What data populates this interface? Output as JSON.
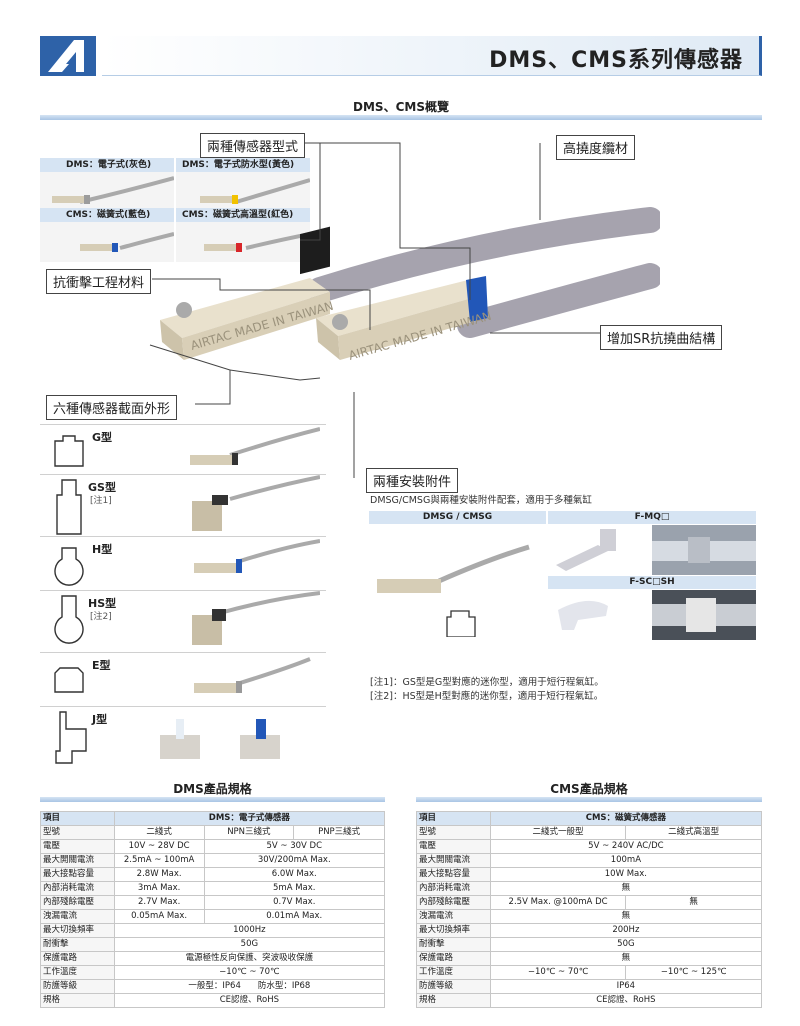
{
  "header": {
    "title": "DMS、CMS系列傳感器"
  },
  "overview": {
    "band_title": "DMS、CMS概覽"
  },
  "callouts": {
    "two_types": "兩種傳感器型式",
    "high_flex": "高撓度纜材",
    "anti_shock": "抗衝擊工程材料",
    "sr_structure": "增加SR抗撓曲結構",
    "six_shapes": "六種傳感器截面外形",
    "two_accessories": "兩種安裝附件"
  },
  "types": [
    {
      "label": "DMS：電子式(灰色)",
      "band_color": "#b0b0b0"
    },
    {
      "label": "DMS：電子式防水型(黃色)",
      "band_color": "#f2c200"
    },
    {
      "label": "CMS：磁簧式(藍色)",
      "band_color": "#2257b8"
    },
    {
      "label": "CMS：磁簧式高溫型(紅色)",
      "band_color": "#d8262a"
    }
  ],
  "shapes": [
    {
      "name": "G型",
      "note": ""
    },
    {
      "name": "GS型",
      "note": "[注1]"
    },
    {
      "name": "H型",
      "note": ""
    },
    {
      "name": "HS型",
      "note": "[注2]"
    },
    {
      "name": "E型",
      "note": ""
    },
    {
      "name": "J型",
      "note": ""
    }
  ],
  "accessories": {
    "description": "DMSG/CMSG與兩種安裝附件配套，適用于多種氣缸",
    "col1": "DMSG / CMSG",
    "col2": "F-MQ□",
    "col3": "F-SC□SH"
  },
  "notes": [
    "[注1]：GS型是G型對應的迷你型，適用于短行程氣缸。",
    "[注2]：HS型是H型對應的迷你型，適用于短行程氣缸。"
  ],
  "dms_spec": {
    "title": "DMS產品規格",
    "h_item": "項目",
    "h_name": "DMS：電子式傳感器",
    "rows": {
      "model": {
        "k": "型號",
        "v": [
          "二綫式",
          "NPN三綫式",
          "PNP三綫式"
        ]
      },
      "voltage": {
        "k": "電壓",
        "v": [
          "10V ~ 28V DC",
          "5V ~ 30V DC"
        ]
      },
      "current": {
        "k": "最大開關電流",
        "v": [
          "2.5mA ~ 100mA",
          "30V/200mA Max."
        ]
      },
      "capacity": {
        "k": "最大接點容量",
        "v": [
          "2.8W Max.",
          "6.0W Max."
        ]
      },
      "consumption": {
        "k": "內部消耗電流",
        "v": [
          "3mA Max.",
          "5mA Max."
        ]
      },
      "residual": {
        "k": "內部殘餘電壓",
        "v": [
          "2.7V Max.",
          "0.7V Max."
        ]
      },
      "leakage": {
        "k": "洩漏電流",
        "v": [
          "0.05mA Max.",
          "0.01mA Max."
        ]
      },
      "frequency": {
        "k": "最大切換頻率",
        "v": [
          "1000Hz"
        ]
      },
      "shock": {
        "k": "耐衝擊",
        "v": [
          "50G"
        ]
      },
      "protection": {
        "k": "保護電路",
        "v": [
          "電源極性反向保護、突波吸收保護"
        ]
      },
      "temp": {
        "k": "工作溫度",
        "v": [
          "−10℃ ~ 70℃"
        ]
      },
      "ip": {
        "k": "防護等級",
        "v": [
          "一般型：IP64　　防水型：IP68"
        ]
      },
      "cert": {
        "k": "規格",
        "v": [
          "CE認證、RoHS"
        ]
      }
    }
  },
  "cms_spec": {
    "title": "CMS產品規格",
    "h_item": "項目",
    "h_name": "CMS：磁簧式傳感器",
    "rows": {
      "model": {
        "k": "型號",
        "v": [
          "二綫式一般型",
          "二綫式高溫型"
        ]
      },
      "voltage": {
        "k": "電壓",
        "v": [
          "5V ~ 240V AC/DC"
        ]
      },
      "current": {
        "k": "最大開關電流",
        "v": [
          "100mA"
        ]
      },
      "capacity": {
        "k": "最大接點容量",
        "v": [
          "10W Max."
        ]
      },
      "consumption": {
        "k": "內部消耗電流",
        "v": [
          "無"
        ]
      },
      "residual": {
        "k": "內部殘餘電壓",
        "v": [
          "2.5V Max. @100mA DC",
          "無"
        ]
      },
      "leakage": {
        "k": "洩漏電流",
        "v": [
          "無"
        ]
      },
      "frequency": {
        "k": "最大切換頻率",
        "v": [
          "200Hz"
        ]
      },
      "shock": {
        "k": "耐衝擊",
        "v": [
          "50G"
        ]
      },
      "protection": {
        "k": "保護電路",
        "v": [
          "無"
        ]
      },
      "temp": {
        "k": "工作溫度",
        "v": [
          "−10℃ ~ 70℃",
          "−10℃ ~ 125℃"
        ]
      },
      "ip": {
        "k": "防護等級",
        "v": [
          "IP64"
        ]
      },
      "cert": {
        "k": "規格",
        "v": [
          "CE認證、RoHS"
        ]
      }
    }
  },
  "colors": {
    "accent": "#2e62a8",
    "band": "#d6e4f3",
    "cable": "#a9a6b2",
    "sensor": "#ddd3bd"
  }
}
